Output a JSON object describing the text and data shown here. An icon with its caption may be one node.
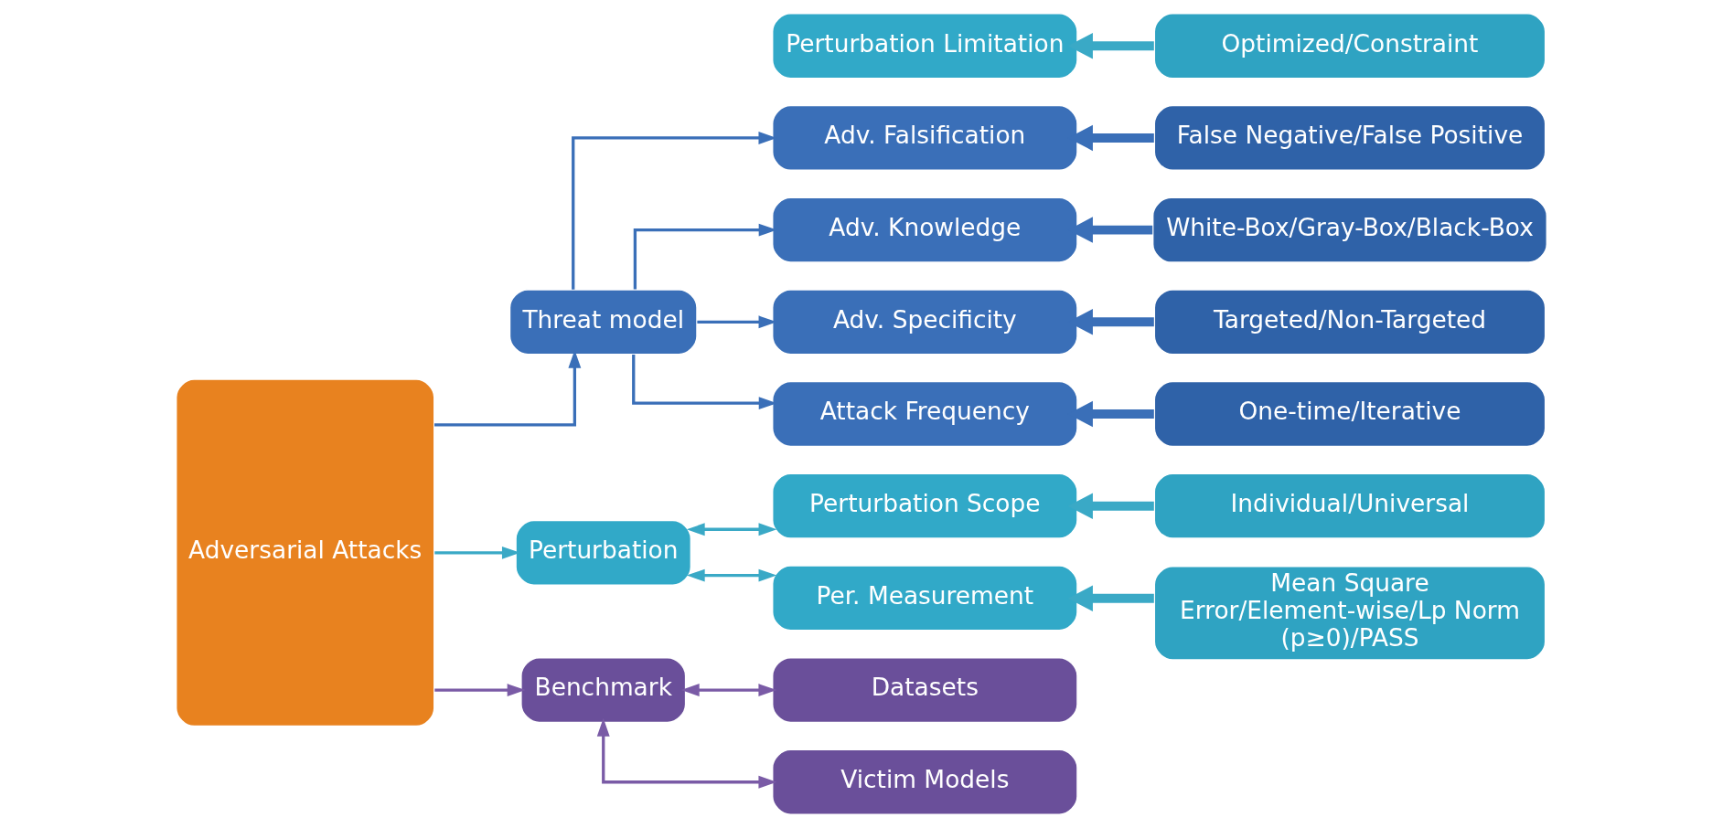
{
  "diagram": {
    "nodes": [
      {
        "text": [
          "Adversarial Attacks"
        ]
      },
      {
        "text": [
          "Threat model"
        ]
      },
      {
        "text": [
          "Perturbation"
        ]
      },
      {
        "text": [
          "Benchmark"
        ]
      },
      {
        "text": [
          "Adv. Falsification"
        ]
      },
      {
        "text": [
          "Adv. Knowledge"
        ]
      },
      {
        "text": [
          "Adv. Specificity"
        ]
      },
      {
        "text": [
          "Attack Frequency"
        ]
      },
      {
        "text": [
          "Perturbation Scope"
        ]
      },
      {
        "text": [
          "Perturbation Limitation"
        ]
      },
      {
        "text": [
          "Per. Measurement"
        ]
      },
      {
        "text": [
          "Datasets"
        ]
      },
      {
        "text": [
          "Victim Models"
        ]
      },
      {
        "text": [
          "False Negative/False Positive"
        ]
      },
      {
        "text": [
          "White-Box/Gray-Box/Black-Box"
        ]
      },
      {
        "text": [
          "Targeted/Non-Targeted"
        ]
      },
      {
        "text": [
          "One-time/Iterative"
        ]
      },
      {
        "text": [
          "Individual/Universal"
        ]
      },
      {
        "text": [
          "Optimized/Constraint"
        ]
      },
      {
        "text": [
          "Mean Square Error/Element-wise/Lp Norm (p≥0)/PASS"
        ]
      }
    ],
    "edges": [
      {
        "from": 0,
        "to": 1,
        "arrow": "to"
      },
      {
        "from": 0,
        "to": 2,
        "arrow": "to",
        "color": "#3aa9c6"
      },
      {
        "from": 0,
        "to": 3,
        "arrow": "to",
        "color": "#7a5ba6"
      },
      {
        "from": 1,
        "to": 4,
        "arrow": "to"
      },
      {
        "from": 1,
        "to": 5,
        "arrow": "to"
      },
      {
        "from": 1,
        "to": 6,
        "arrow": "to"
      },
      {
        "from": 1,
        "to": 7,
        "arrow": "to"
      },
      {
        "from": 2,
        "to": 8,
        "arrow": "both",
        "color": "#3aa9c6"
      },
      {
        "from": 2,
        "to": 10,
        "arrow": "both",
        "color": "#3aa9c6"
      },
      {
        "from": 3,
        "to": 11,
        "arrow": "both",
        "color": "#7a5ba6"
      },
      {
        "from": 3,
        "to": 12,
        "arrow": "both",
        "color": "#7a5ba6"
      },
      {
        "from": 13,
        "to": 4,
        "arrow": "to",
        "style": "thick"
      },
      {
        "from": 14,
        "to": 5,
        "arrow": "to",
        "style": "thick"
      },
      {
        "from": 15,
        "to": 6,
        "arrow": "to",
        "style": "thick"
      },
      {
        "from": 16,
        "to": 7,
        "arrow": "to",
        "style": "thick"
      },
      {
        "from": 17,
        "to": 8,
        "arrow": "to",
        "style": "thick",
        "color": "#3aa9c6"
      },
      {
        "from": 18,
        "to": 9,
        "arrow": "to",
        "style": "thick",
        "color": "#3aa9c6"
      },
      {
        "from": 19,
        "to": 10,
        "arrow": "to",
        "style": "thick",
        "color": "#3aa9c6"
      }
    ]
  }
}
